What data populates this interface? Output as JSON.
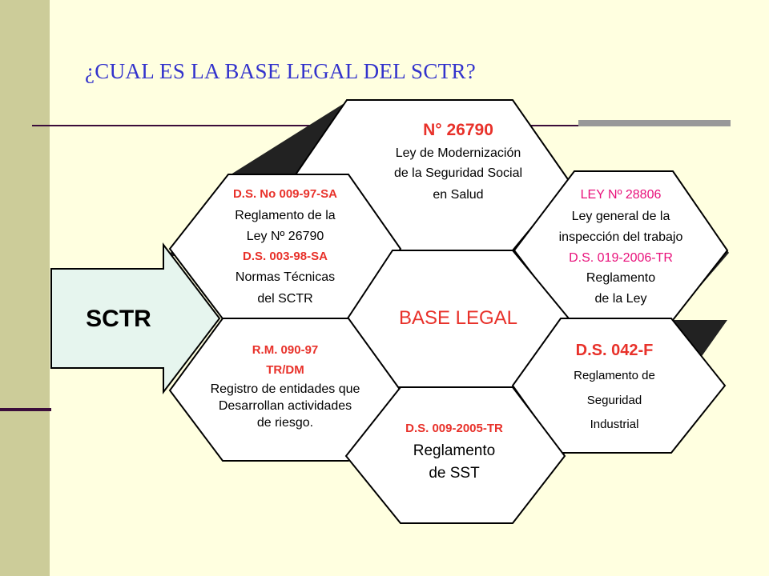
{
  "title": "¿CUAL ES LA BASE LEGAL DEL SCTR?",
  "arrow_label": "SCTR",
  "center": {
    "label": "BASE LEGAL"
  },
  "hex_top": {
    "heading": "N° 26790",
    "lines": [
      "Ley de Modernización",
      "de la Seguridad Social",
      "en Salud"
    ]
  },
  "hex_upper_left": {
    "lines": [
      "D.S. No 009-97-SA",
      "Reglamento de la",
      "Ley Nº 26790",
      "D.S. 003-98-SA",
      "Normas Técnicas",
      "del  SCTR"
    ]
  },
  "hex_upper_right": {
    "lines": [
      "LEY Nº 28806",
      "Ley general de la",
      "inspección del trabajo",
      "D.S. 019-2006-TR",
      "Reglamento",
      "de la Ley"
    ]
  },
  "hex_lower_left": {
    "lines": [
      "R.M. 090-97",
      "TR/DM",
      "Registro de entidades que",
      "Desarrollan actividades",
      "de riesgo."
    ]
  },
  "hex_lower_right": {
    "heading": "D.S. 042-F",
    "lines": [
      "Reglamento de",
      "Seguridad",
      "Industrial"
    ]
  },
  "hex_bottom": {
    "lines": [
      "D.S. 009-2005-TR",
      "Reglamento",
      "de SST"
    ]
  },
  "colors": {
    "background": "#ffffe0",
    "sidebar": "#cccc99",
    "title": "#3333cc",
    "rule": "#3b0d3b",
    "accent_text_red": "#e8312a",
    "accent_text_magenta": "#e8107a",
    "hex_fill": "#ffffff",
    "arrow_fill": "#e6f5ee"
  }
}
